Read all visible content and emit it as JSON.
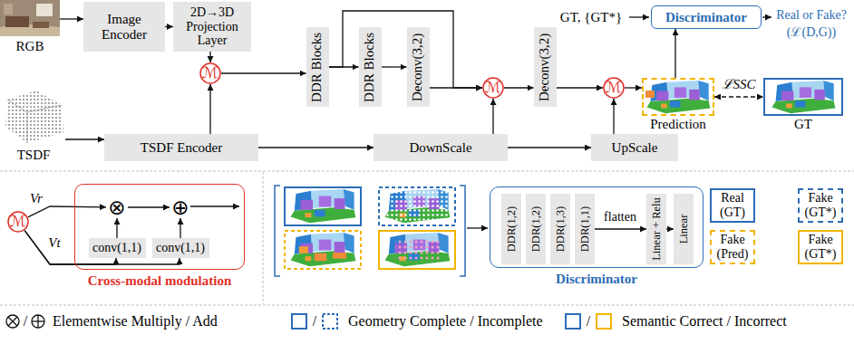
{
  "diagram": {
    "nodes": [
      {
        "text": [
          "RGB"
        ]
      },
      {
        "text": [
          "Image Encoder"
        ]
      },
      {
        "text": [
          "2D→3D Projection Layer"
        ]
      },
      {
        "text": [
          "ℳ"
        ]
      },
      {
        "text": [
          "DDR Blocks"
        ]
      },
      {
        "text": [
          "DDR Blocks"
        ]
      },
      {
        "text": [
          "Deconv(3,2)"
        ]
      },
      {
        "text": [
          "ℳ"
        ]
      },
      {
        "text": [
          "Deconv(3,2)"
        ]
      },
      {
        "text": [
          "ℳ"
        ]
      },
      {
        "text": [
          "Prediction"
        ]
      },
      {
        "text": [
          "GT"
        ]
      },
      {
        "text": [
          "Discriminator"
        ]
      },
      {
        "text": [
          "TSDF"
        ]
      },
      {
        "text": [
          "TSDF Encoder"
        ]
      },
      {
        "text": [
          "DownScale"
        ]
      },
      {
        "text": [
          "UpScale"
        ]
      },
      {
        "text": [
          "ℳ"
        ]
      },
      {
        "text": [
          "Cross-modal modulation"
        ]
      },
      {
        "text": [
          "⊗"
        ],
        "in": 18
      },
      {
        "text": [
          "⊕"
        ],
        "in": 18
      },
      {
        "text": [
          "conv(1,1)"
        ],
        "in": 18
      },
      {
        "text": [
          "conv(1,1)"
        ],
        "in": 18
      },
      {
        "text": [
          "Discriminator"
        ]
      },
      {
        "text": [
          "DDR(1,2)"
        ],
        "in": 23
      },
      {
        "text": [
          "DDR(1,2)"
        ],
        "in": 23
      },
      {
        "text": [
          "DDR(1,3)"
        ],
        "in": 23
      },
      {
        "text": [
          "DDR(1,1)"
        ],
        "in": 23
      },
      {
        "text": [
          "Linear + Relu"
        ],
        "in": 23
      },
      {
        "text": [
          "Linear"
        ],
        "in": 23
      },
      {
        "text": [
          "Real (GT)"
        ]
      },
      {
        "text": [
          "Fake (GT*)"
        ]
      },
      {
        "text": [
          "Fake (Pred)"
        ]
      },
      {
        "text": [
          "Fake (GT*)"
        ]
      }
    ],
    "edges": [
      {
        "from": 0,
        "to": 1,
        "arrow": "to"
      },
      {
        "from": 1,
        "to": 2,
        "arrow": "to"
      },
      {
        "from": 2,
        "to": 3,
        "arrow": "to"
      },
      {
        "from": 13,
        "to": 14,
        "arrow": "to"
      },
      {
        "from": 14,
        "to": 3,
        "arrow": "to"
      },
      {
        "from": 3,
        "to": 4,
        "arrow": "to"
      },
      {
        "from": 4,
        "to": 5,
        "arrow": "to"
      },
      {
        "from": 5,
        "to": 6,
        "arrow": "to"
      },
      {
        "from": 6,
        "to": 7,
        "arrow": "to"
      },
      {
        "from": 4,
        "to": 7,
        "arrow": "to"
      },
      {
        "from": 14,
        "to": 15,
        "arrow": "to"
      },
      {
        "from": 15,
        "to": 7,
        "arrow": "to"
      },
      {
        "from": 7,
        "to": 8,
        "arrow": "to"
      },
      {
        "from": 8,
        "to": 9,
        "arrow": "to"
      },
      {
        "from": 15,
        "to": 16,
        "arrow": "to"
      },
      {
        "from": 16,
        "to": 9,
        "arrow": "to"
      },
      {
        "from": 9,
        "to": 10,
        "arrow": "to"
      },
      {
        "from": 10,
        "to": 12,
        "arrow": "to"
      },
      {
        "from": 10,
        "to": 11,
        "label": "ℒSSC",
        "arrow": "both"
      },
      {
        "from": 17,
        "to": 19,
        "label": "Vr",
        "arrow": "to"
      },
      {
        "from": 17,
        "to": 21,
        "label": "Vt",
        "arrow": "to"
      },
      {
        "from": 17,
        "to": 22,
        "arrow": "to"
      },
      {
        "from": 21,
        "to": 19,
        "arrow": "to"
      },
      {
        "from": 22,
        "to": 20,
        "arrow": "to"
      },
      {
        "from": 19,
        "to": 20,
        "arrow": "to"
      },
      {
        "from": 27,
        "to": 28,
        "label": "flatten",
        "arrow": "to"
      },
      {
        "from": 28,
        "to": 29,
        "arrow": "to"
      }
    ],
    "labels": [
      "GT, {GT*}",
      "Real or Fake?",
      "(ℒ(D,G))",
      "/",
      "/",
      "/"
    ],
    "legend": [
      {
        "text": "Elementwise Multiply / Add"
      },
      {
        "text": "Geometry Complete / Incomplete"
      },
      {
        "text": "Semantic Correct / Incorrect"
      }
    ]
  }
}
